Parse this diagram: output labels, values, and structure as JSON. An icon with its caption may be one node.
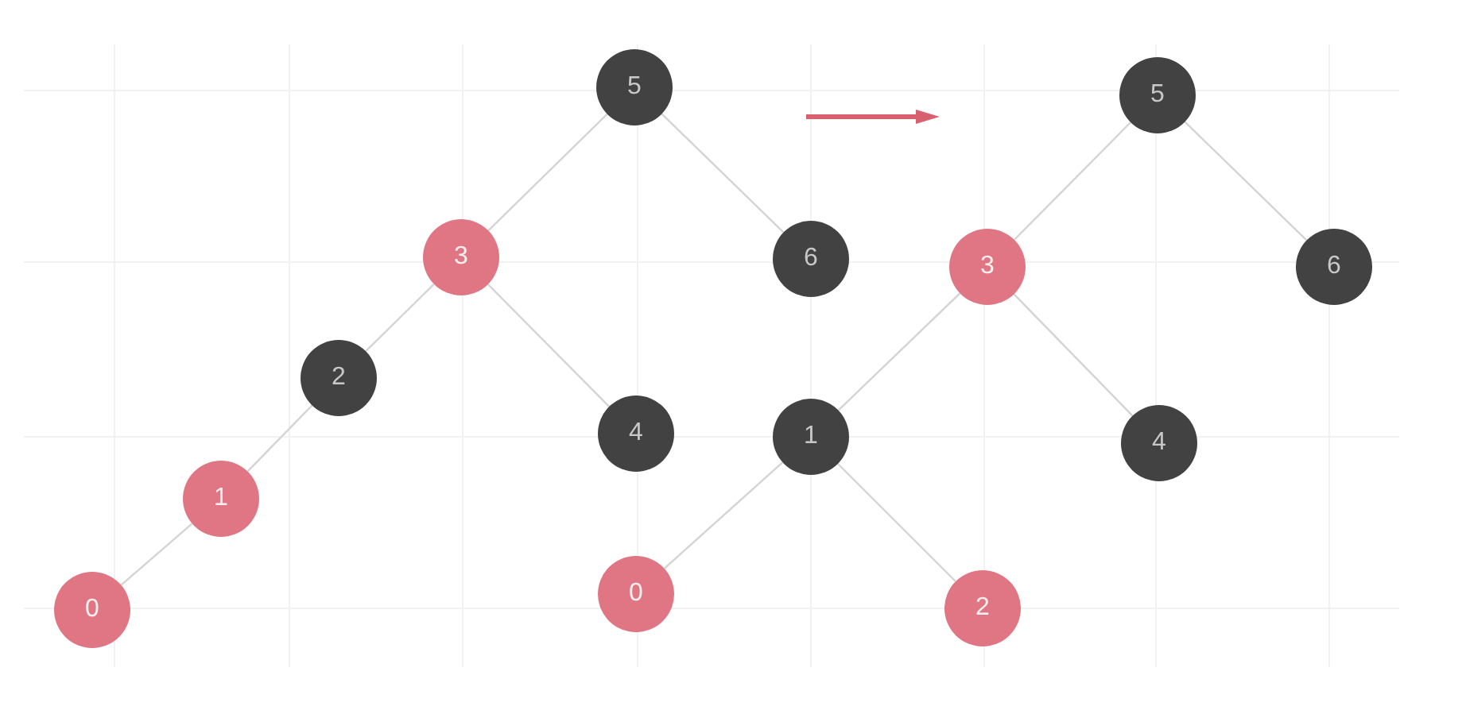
{
  "diagram": {
    "nodes": [
      {
        "text": [
          "5"
        ]
      },
      {
        "text": [
          "3"
        ]
      },
      {
        "text": [
          "6"
        ]
      },
      {
        "text": [
          "2"
        ]
      },
      {
        "text": [
          "4"
        ]
      },
      {
        "text": [
          "1"
        ]
      },
      {
        "text": [
          "0"
        ]
      },
      {
        "text": [
          "5"
        ]
      },
      {
        "text": [
          "3"
        ]
      },
      {
        "text": [
          "6"
        ]
      },
      {
        "text": [
          "1"
        ]
      },
      {
        "text": [
          "4"
        ]
      },
      {
        "text": [
          "0"
        ]
      },
      {
        "text": [
          "2"
        ]
      }
    ],
    "edges": [
      {
        "from": 0,
        "to": 1,
        "arrow": "none"
      },
      {
        "from": 0,
        "to": 2,
        "arrow": "none"
      },
      {
        "from": 1,
        "to": 3,
        "arrow": "none"
      },
      {
        "from": 1,
        "to": 4,
        "arrow": "none"
      },
      {
        "from": 3,
        "to": 5,
        "arrow": "none"
      },
      {
        "from": 5,
        "to": 6,
        "arrow": "none"
      },
      {
        "from": 7,
        "to": 8,
        "arrow": "none"
      },
      {
        "from": 7,
        "to": 9,
        "arrow": "none"
      },
      {
        "from": 8,
        "to": 10,
        "arrow": "none"
      },
      {
        "from": 8,
        "to": 11,
        "arrow": "none"
      },
      {
        "from": 10,
        "to": 12,
        "arrow": "none"
      },
      {
        "from": 10,
        "to": 13,
        "arrow": "none"
      }
    ]
  }
}
